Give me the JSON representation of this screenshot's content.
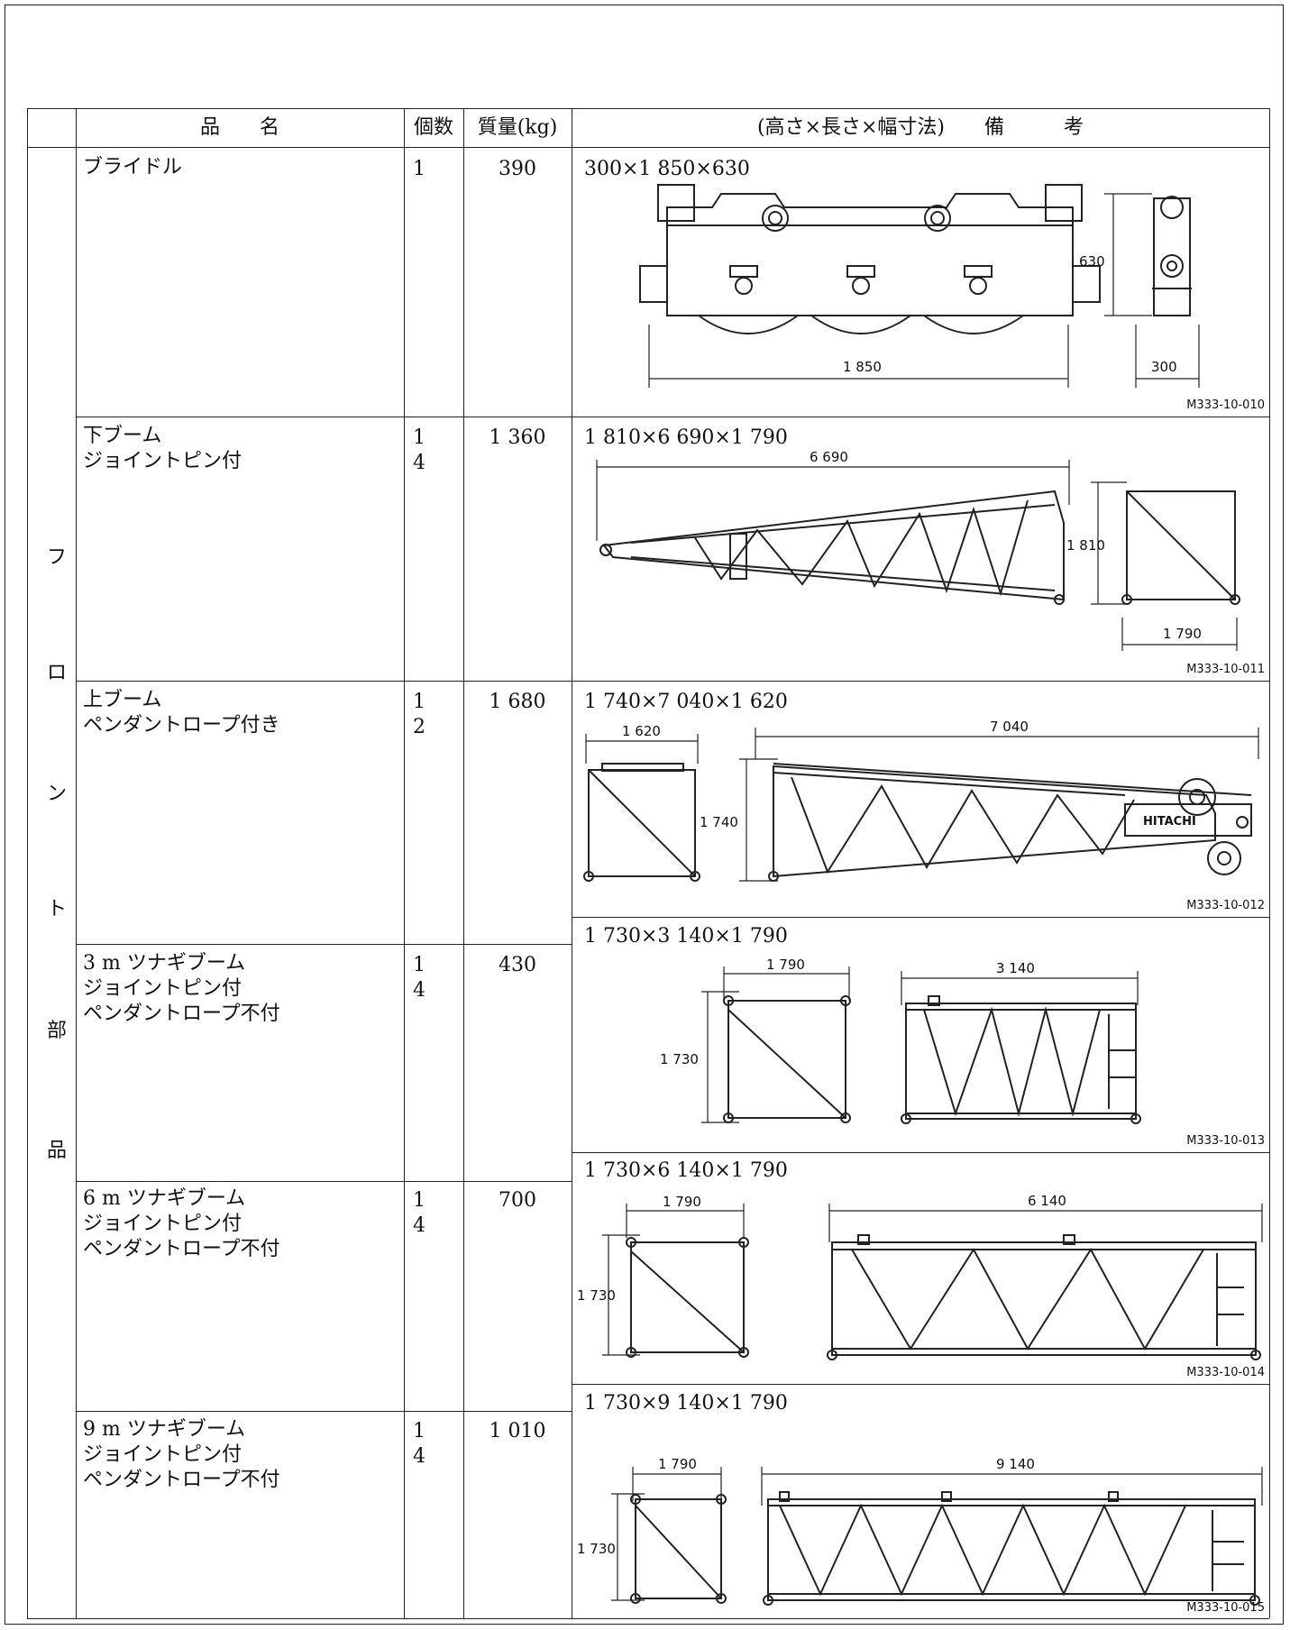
{
  "header": {
    "name_label": "品　　名",
    "qty_label": "個数",
    "mass_label": "質量(kg)",
    "remarks_label": "(高さ×長さ×幅寸法)　　備　　　考"
  },
  "category": {
    "chars": [
      "フ",
      "ロ",
      "ン",
      "ト",
      "部",
      "品"
    ]
  },
  "rows": [
    {
      "name_lines": [
        "ブライドル"
      ],
      "qty_lines": [
        "1"
      ],
      "mass": "390",
      "dimensions": "300×1 850×630",
      "dims": {
        "a": "630",
        "b": "1 850",
        "c": "300"
      },
      "code": "M333-10-010"
    },
    {
      "name_lines": [
        "下ブーム",
        "ジョイントピン付"
      ],
      "qty_lines": [
        "1",
        "4"
      ],
      "mass": "1 360",
      "dimensions": "1 810×6 690×1 790",
      "dims": {
        "a": "6 690",
        "b": "1 810",
        "c": "1 790"
      },
      "code": "M333-10-011"
    },
    {
      "name_lines": [
        "上ブーム",
        "ペンダントロープ付き"
      ],
      "qty_lines": [
        "1",
        "2"
      ],
      "mass": "1 680",
      "dimensions": "1 740×7 040×1 620",
      "dims": {
        "a": "1 620",
        "b": "1 740",
        "c": "7 040"
      },
      "logo": "HITACHI",
      "code": "M333-10-012"
    },
    {
      "name_lines": [
        "3 m ツナギブーム",
        "ジョイントピン付",
        "ペンダントロープ不付"
      ],
      "qty_lines": [
        "1",
        "4"
      ],
      "mass": "430",
      "dimensions": "1 730×3 140×1 790",
      "dims": {
        "a": "1 790",
        "b": "1 730",
        "c": "3 140"
      },
      "code": "M333-10-013"
    },
    {
      "name_lines": [
        "6 m ツナギブーム",
        "ジョイントピン付",
        "ペンダントロープ不付"
      ],
      "qty_lines": [
        "1",
        "4"
      ],
      "mass": "700",
      "dimensions": "1 730×6 140×1 790",
      "dims": {
        "a": "1 790",
        "b": "1 730",
        "c": "6 140"
      },
      "code": "M333-10-014"
    },
    {
      "name_lines": [
        "9 m ツナギブーム",
        "ジョイントピン付",
        "ペンダントロープ不付"
      ],
      "qty_lines": [
        "1",
        "4"
      ],
      "mass": "1 010",
      "dimensions": "1 730×9 140×1 790",
      "dims": {
        "a": "1 790",
        "b": "1 730",
        "c": "9 140"
      },
      "code": "M333-10-015"
    }
  ]
}
